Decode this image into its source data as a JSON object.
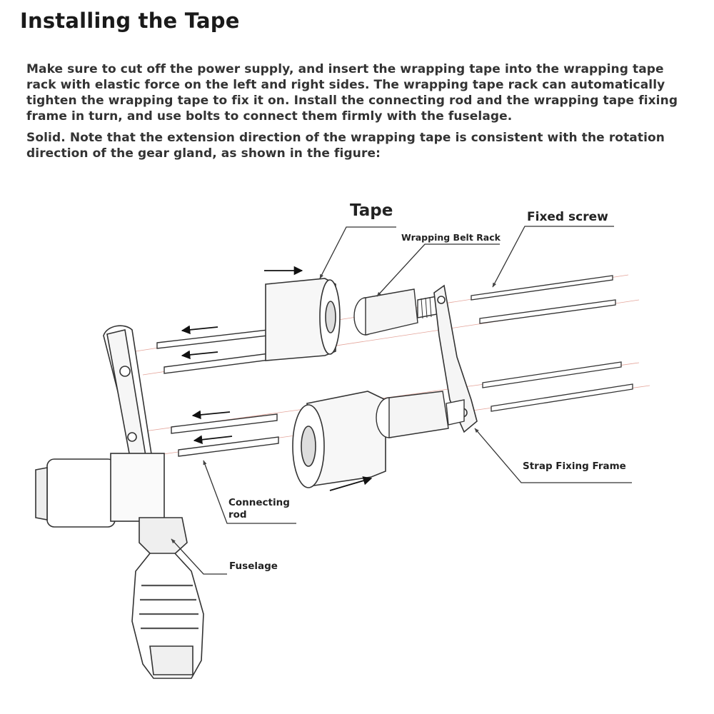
{
  "title": "Installing the Tape",
  "paragraphs": [
    "Make sure to cut off the power supply, and insert the wrapping tape into the wrapping tape rack with elastic force on the left and right sides. The wrapping tape rack can automatically tighten the wrapping tape to fix it on. Install the connecting rod and the wrapping tape fixing frame in turn, and use bolts to connect them firmly with the fuselage.",
    "Solid. Note that the extension direction of the wrapping tape is consistent with the rotation direction of the gear gland, as shown in the figure:"
  ],
  "diagram": {
    "labels": {
      "tape": "Tape",
      "fixed_screw": "Fixed screw",
      "wrapping_belt_rack": "Wrapping Belt Rack",
      "strap_fixing_frame": "Strap Fixing Frame",
      "connecting_rod": "Connecting rod",
      "fuselage": "Fuselage"
    }
  }
}
